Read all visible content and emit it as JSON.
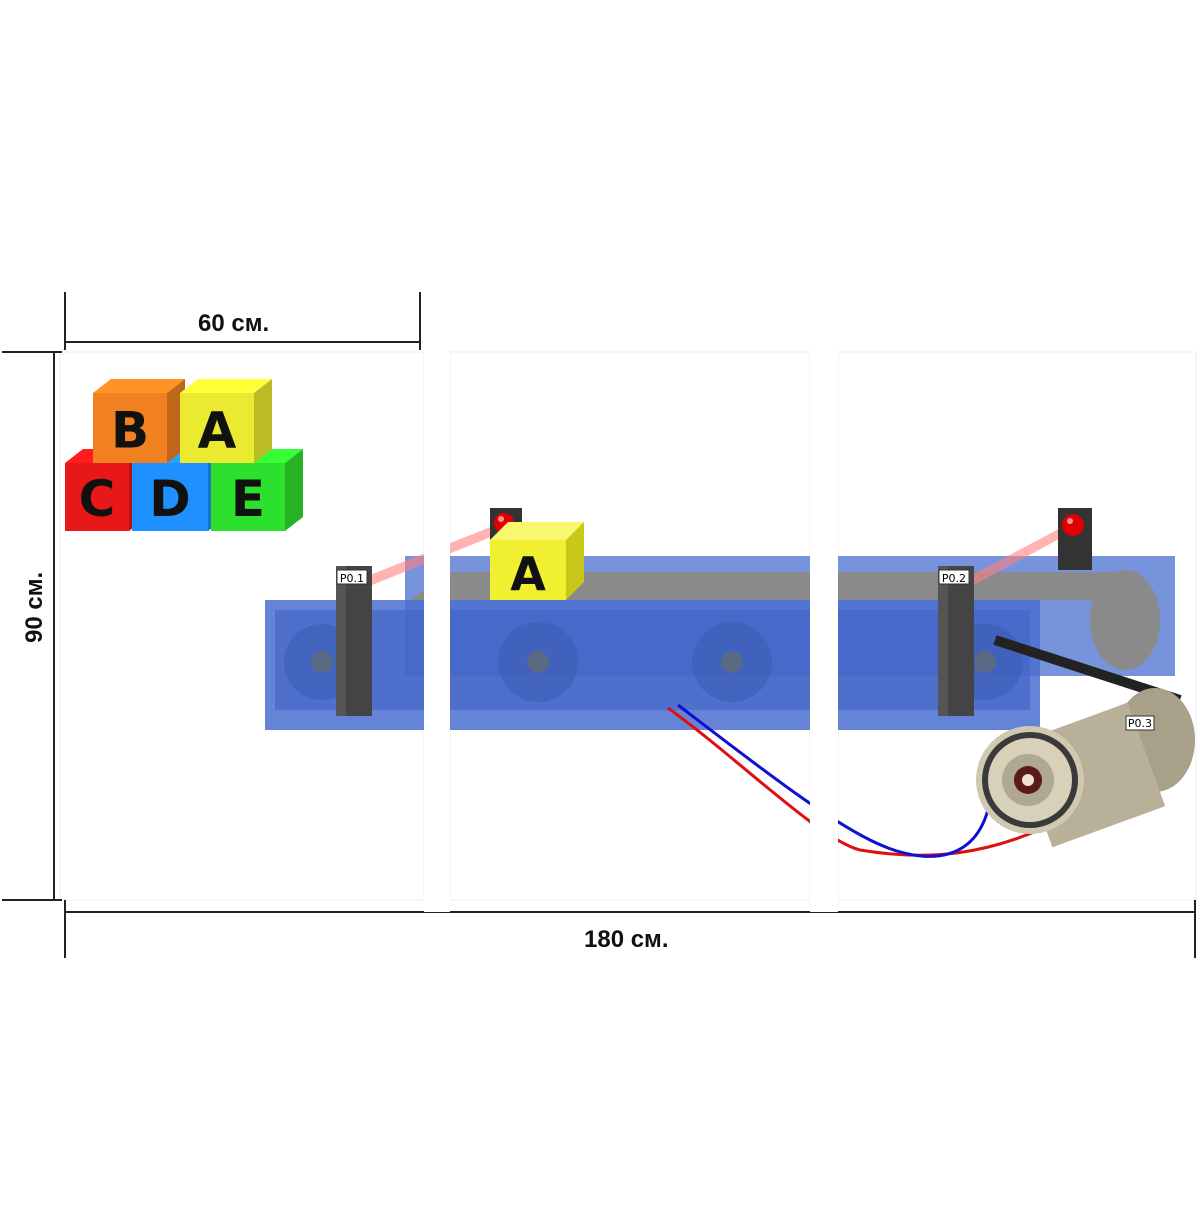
{
  "dimensions": {
    "width_label": "60 см.",
    "height_label": "90 см.",
    "total_width_label": "180 см."
  },
  "blocks": [
    {
      "letter": "B",
      "color": "#f08020"
    },
    {
      "letter": "A",
      "color": "#eaea30"
    },
    {
      "letter": "C",
      "color": "#e81818"
    },
    {
      "letter": "D",
      "color": "#1e90ff"
    },
    {
      "letter": "E",
      "color": "#2ee02e"
    }
  ],
  "conveyor_block": {
    "letter": "A",
    "color": "#f0f030"
  },
  "sensors": [
    {
      "label": "P0.1"
    },
    {
      "label": "P0.2"
    }
  ],
  "motor": {
    "label": "P0.3"
  },
  "colors": {
    "frame": "#4a6fd0",
    "belt": "#8a8a8a",
    "wire_red": "#e01010",
    "wire_blue": "#1010d0"
  }
}
